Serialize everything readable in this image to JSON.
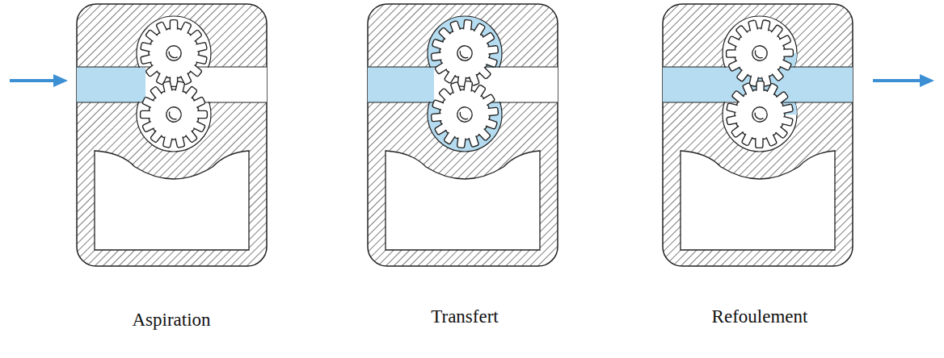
{
  "diagram": {
    "labels": [
      "Aspiration",
      "Transfert",
      "Refoulement"
    ]
  }
}
